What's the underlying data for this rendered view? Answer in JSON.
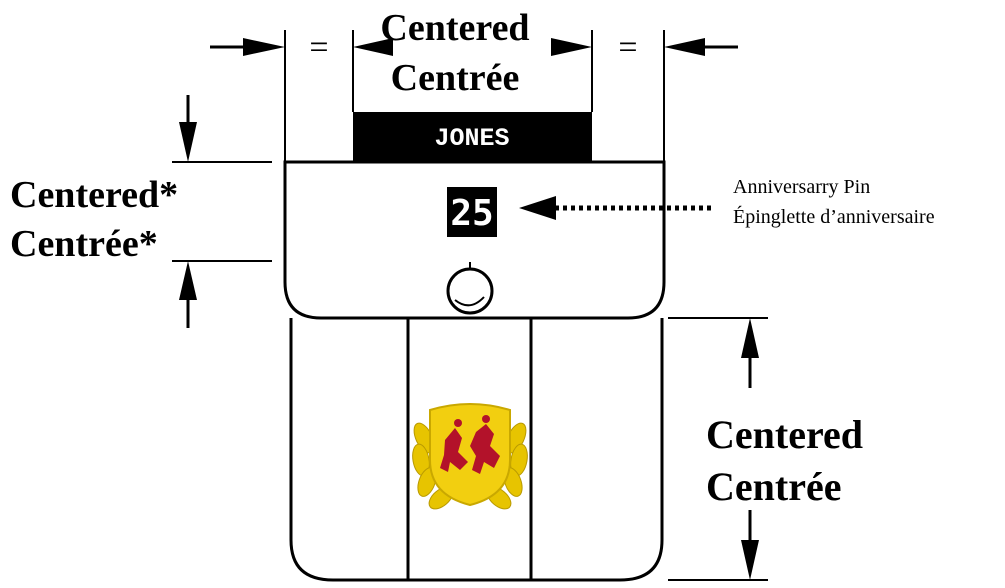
{
  "top_dimension": {
    "label_en": "Centered",
    "label_fr": "Centrée",
    "equal_mark": "="
  },
  "name_bar": {
    "name": "JONES"
  },
  "left_dimension": {
    "label_en": "Centered*",
    "label_fr": "Centrée*"
  },
  "pin": {
    "number": "25",
    "label_en": "Anniversarry Pin",
    "label_fr": "Épinglette d’anniversaire"
  },
  "right_dimension": {
    "label_en": "Centered",
    "label_fr": "Centrée"
  },
  "crest": {
    "icon": "gold-laurel-crest-icon"
  },
  "colors": {
    "line": "#000000",
    "name_bar_bg": "#000000",
    "name_bar_text": "#ffffff",
    "crest_gold": "#e7c400",
    "crest_red": "#b3122a"
  }
}
